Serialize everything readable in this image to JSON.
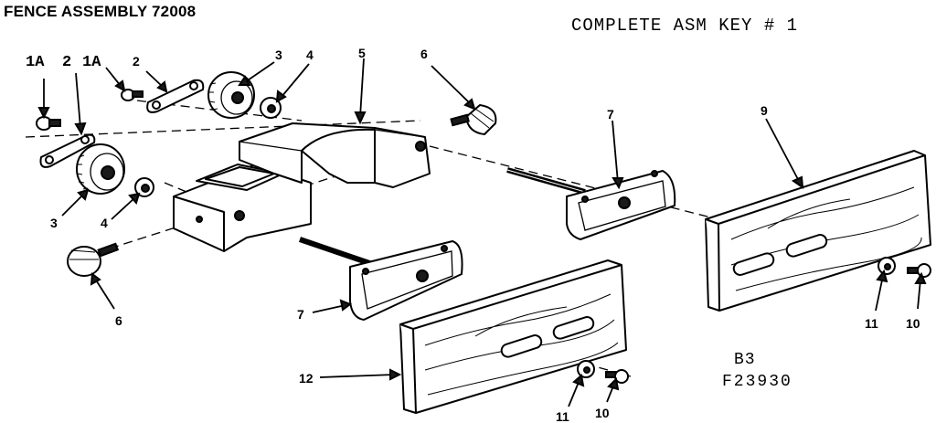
{
  "header": {
    "title": "FENCE ASSEMBLY 72008",
    "complete_asm": "COMPLETE ASM KEY # 1"
  },
  "footer": {
    "code_line1": "B3",
    "code_line2": "F23930"
  },
  "callouts": {
    "c1a_left": "1A",
    "c2_left": "2",
    "c1a_right": "1A",
    "c2_right": "2",
    "c3_top": "3",
    "c4_top": "4",
    "c5": "5",
    "c6_top": "6",
    "c3_left": "3",
    "c4_left": "4",
    "c6_bottom": "6",
    "c7_right": "7",
    "c7_left": "7",
    "c9": "9",
    "c11_right": "11",
    "c10_right": "10",
    "c12": "12",
    "c11_bottom": "11",
    "c10_bottom": "10"
  }
}
